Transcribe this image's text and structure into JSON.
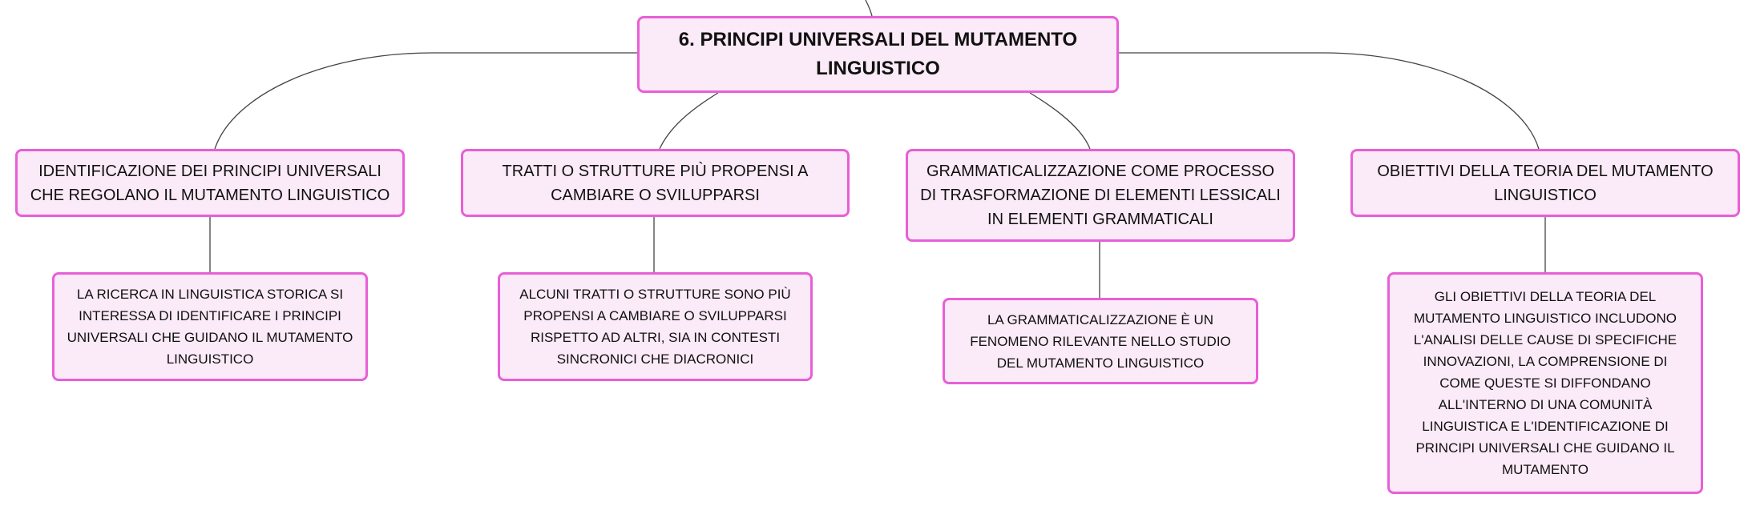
{
  "root": {
    "title": "6. PRINCIPI UNIVERSALI DEL MUTAMENTO LINGUISTICO"
  },
  "topics": [
    {
      "label": "IDENTIFICAZIONE DEI PRINCIPI UNIVERSALI CHE REGOLANO IL MUTAMENTO LINGUISTICO",
      "detail": "LA RICERCA IN LINGUISTICA STORICA SI INTERESSA DI IDENTIFICARE I PRINCIPI UNIVERSALI CHE GUIDANO IL MUTAMENTO LINGUISTICO"
    },
    {
      "label": "TRATTI O STRUTTURE PIÙ PROPENSI A CAMBIARE O SVILUPPARSI",
      "detail": "ALCUNI TRATTI O STRUTTURE SONO PIÙ PROPENSI A CAMBIARE O SVILUPPARSI RISPETTO AD ALTRI, SIA IN CONTESTI SINCRONICI CHE DIACRONICI"
    },
    {
      "label": "GRAMMATICALIZZAZIONE COME PROCESSO DI TRASFORMAZIONE DI ELEMENTI LESSICALI IN ELEMENTI GRAMMATICALI",
      "detail": "LA GRAMMATICALIZZAZIONE È UN FENOMENO RILEVANTE NELLO STUDIO DEL MUTAMENTO LINGUISTICO"
    },
    {
      "label": "OBIETTIVI DELLA TEORIA DEL MUTAMENTO LINGUISTICO",
      "detail": "GLI OBIETTIVI DELLA TEORIA DEL MUTAMENTO LINGUISTICO INCLUDONO L'ANALISI DELLE CAUSE DI SPECIFICHE INNOVAZIONI, LA COMPRENSIONE DI COME QUESTE SI DIFFONDANO ALL'INTERNO DI UNA COMUNITÀ LINGUISTICA E L'IDENTIFICAZIONE DI PRINCIPI UNIVERSALI CHE GUIDANO IL MUTAMENTO"
    }
  ],
  "colors": {
    "node_fill": "#fbeaf7",
    "node_border": "#e85fd7",
    "connector": "#444444",
    "text": "#111111"
  }
}
